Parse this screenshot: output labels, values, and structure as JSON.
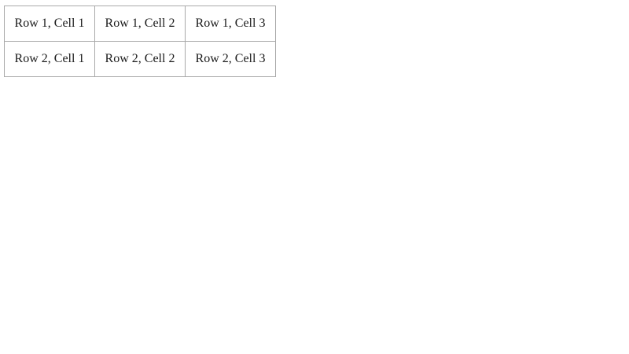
{
  "table": {
    "border_color": "#a9a9a9",
    "text_color": "#1a1a1a",
    "rows": [
      {
        "cells": [
          "Row 1, Cell 1",
          "Row 1, Cell 2",
          "Row 1, Cell 3"
        ]
      },
      {
        "cells": [
          "Row 2, Cell 1",
          "Row 2, Cell 2",
          "Row 2, Cell 3"
        ]
      }
    ]
  }
}
